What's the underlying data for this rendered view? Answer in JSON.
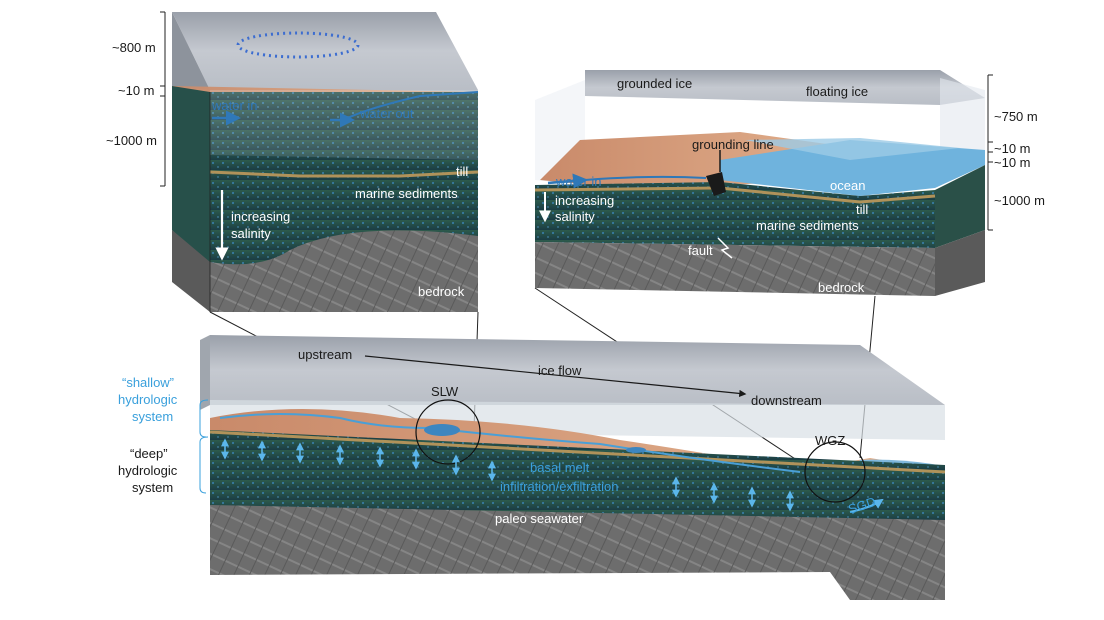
{
  "left_block": {
    "depths": [
      "~800 m",
      "~10 m",
      "~1000 m"
    ],
    "water_in": "water in",
    "water_out": "water out",
    "till": "till",
    "marine_sediments": "marine sediments",
    "increasing": "increasing",
    "salinity": "salinity",
    "bedrock": "bedrock"
  },
  "right_block": {
    "grounded_ice": "grounded ice",
    "floating_ice": "floating ice",
    "grounding_line": "grounding line",
    "ocean": "ocean",
    "water_in": "water in",
    "increasing": "increasing",
    "salinity": "salinity",
    "till": "till",
    "marine_sediments": "marine sediments",
    "fault": "fault",
    "bedrock": "bedrock",
    "depths": [
      "~750 m",
      "~10 m",
      "~10 m",
      "~1000 m"
    ]
  },
  "bottom_block": {
    "upstream": "upstream",
    "ice_flow": "ice flow",
    "downstream": "downstream",
    "slw": "SLW",
    "wgz": "WGZ",
    "shallow_1": "“shallow”",
    "shallow_2": "hydrologic",
    "shallow_3": "system",
    "deep_1": "“deep”",
    "deep_2": "hydrologic",
    "deep_3": "system",
    "basal_melt": "basal melt",
    "infiltration": "infiltration/exfiltration",
    "paleo_seawater": "paleo seawater",
    "sgd": "SGD"
  },
  "colors": {
    "ice": "#a9adb6",
    "sediment": "#1f4a4a",
    "sand": "#d9a27e",
    "water": "#5aa8d8",
    "bedrock": "#6c6c6c",
    "accent_blue": "#3aa0dc"
  }
}
